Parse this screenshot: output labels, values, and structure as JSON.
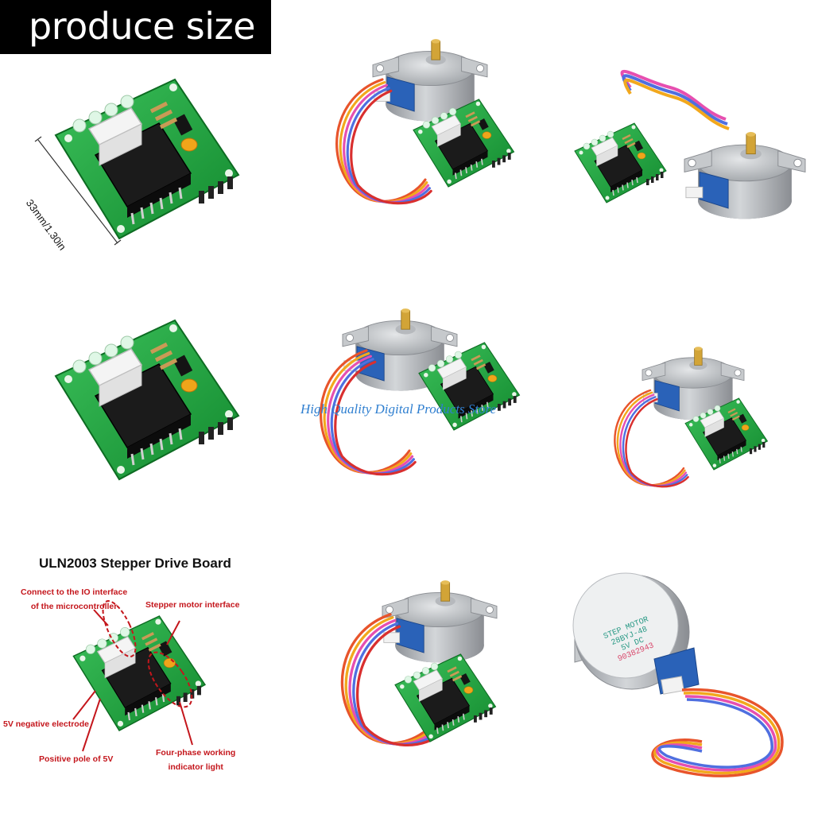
{
  "banner": {
    "text": "produce size"
  },
  "dimension": {
    "label": "33mm/1.30in"
  },
  "watermark": {
    "text": "High Quality Digital Products Store"
  },
  "diagram": {
    "title": "ULN2003 Stepper Drive Board",
    "callouts": {
      "io_line1": "Connect to the IO interface",
      "io_line2": "of the microcontroller",
      "motor_interface": "Stepper motor interface",
      "negative": "5V negative electrode",
      "positive": "Positive pole of 5V",
      "phase_line1": "Four-phase working",
      "phase_line2": "indicator light"
    }
  },
  "motor_label": {
    "line1": "STEP MOTOR",
    "line2": "28BYJ-48",
    "line3": "5V DC",
    "line4": "90382943"
  },
  "colors": {
    "pcb_green": "#1e9a3a",
    "motor_silver": "#b9bcc0",
    "motor_blue": "#2a62b8",
    "callout_red": "#c4161c",
    "watermark_blue": "#2f7fd0"
  }
}
